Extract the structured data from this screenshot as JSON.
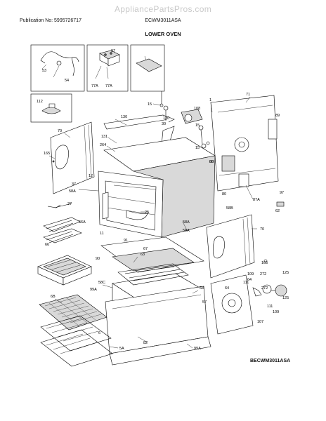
{
  "header": {
    "watermark": "AppliancePartsPros.com",
    "publication": "Publication No: 5995726717",
    "model": "ECWM3011ASA",
    "section_title": "LOWER OVEN",
    "diagram_code": "BECWM3011ASA"
  },
  "callouts": [
    "53",
    "54",
    "97",
    "77A",
    "77A",
    "112",
    "130",
    "15",
    "130",
    "108",
    "1",
    "71",
    "89",
    "70",
    "165",
    "131",
    "264",
    "15",
    "12",
    "37",
    "58A",
    "58A",
    "25",
    "58B",
    "62",
    "97",
    "87A",
    "88",
    "80",
    "11",
    "56A",
    "58A",
    "91",
    "67",
    "63",
    "70",
    "90",
    "165",
    "272",
    "109",
    "125",
    "111",
    "64",
    "272",
    "125",
    "111",
    "109",
    "107",
    "58C",
    "99A",
    "58",
    "57",
    "6B",
    "6",
    "5A",
    "82",
    "99A",
    "66",
    "37",
    "15",
    "30",
    "88",
    "64"
  ]
}
